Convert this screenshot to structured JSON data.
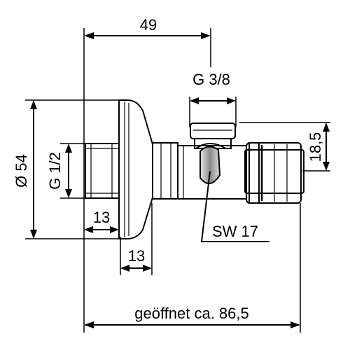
{
  "dimensions": {
    "top_width": "49",
    "thread_outlet": "G 3/8",
    "height_right": "18,5",
    "diameter": "Ø 54",
    "thread_inlet": "G 1/2",
    "depth_inlet": "13",
    "depth_flange": "13",
    "wrench_size": "SW 17",
    "open_length": "geöffnet ca. 86,5"
  }
}
